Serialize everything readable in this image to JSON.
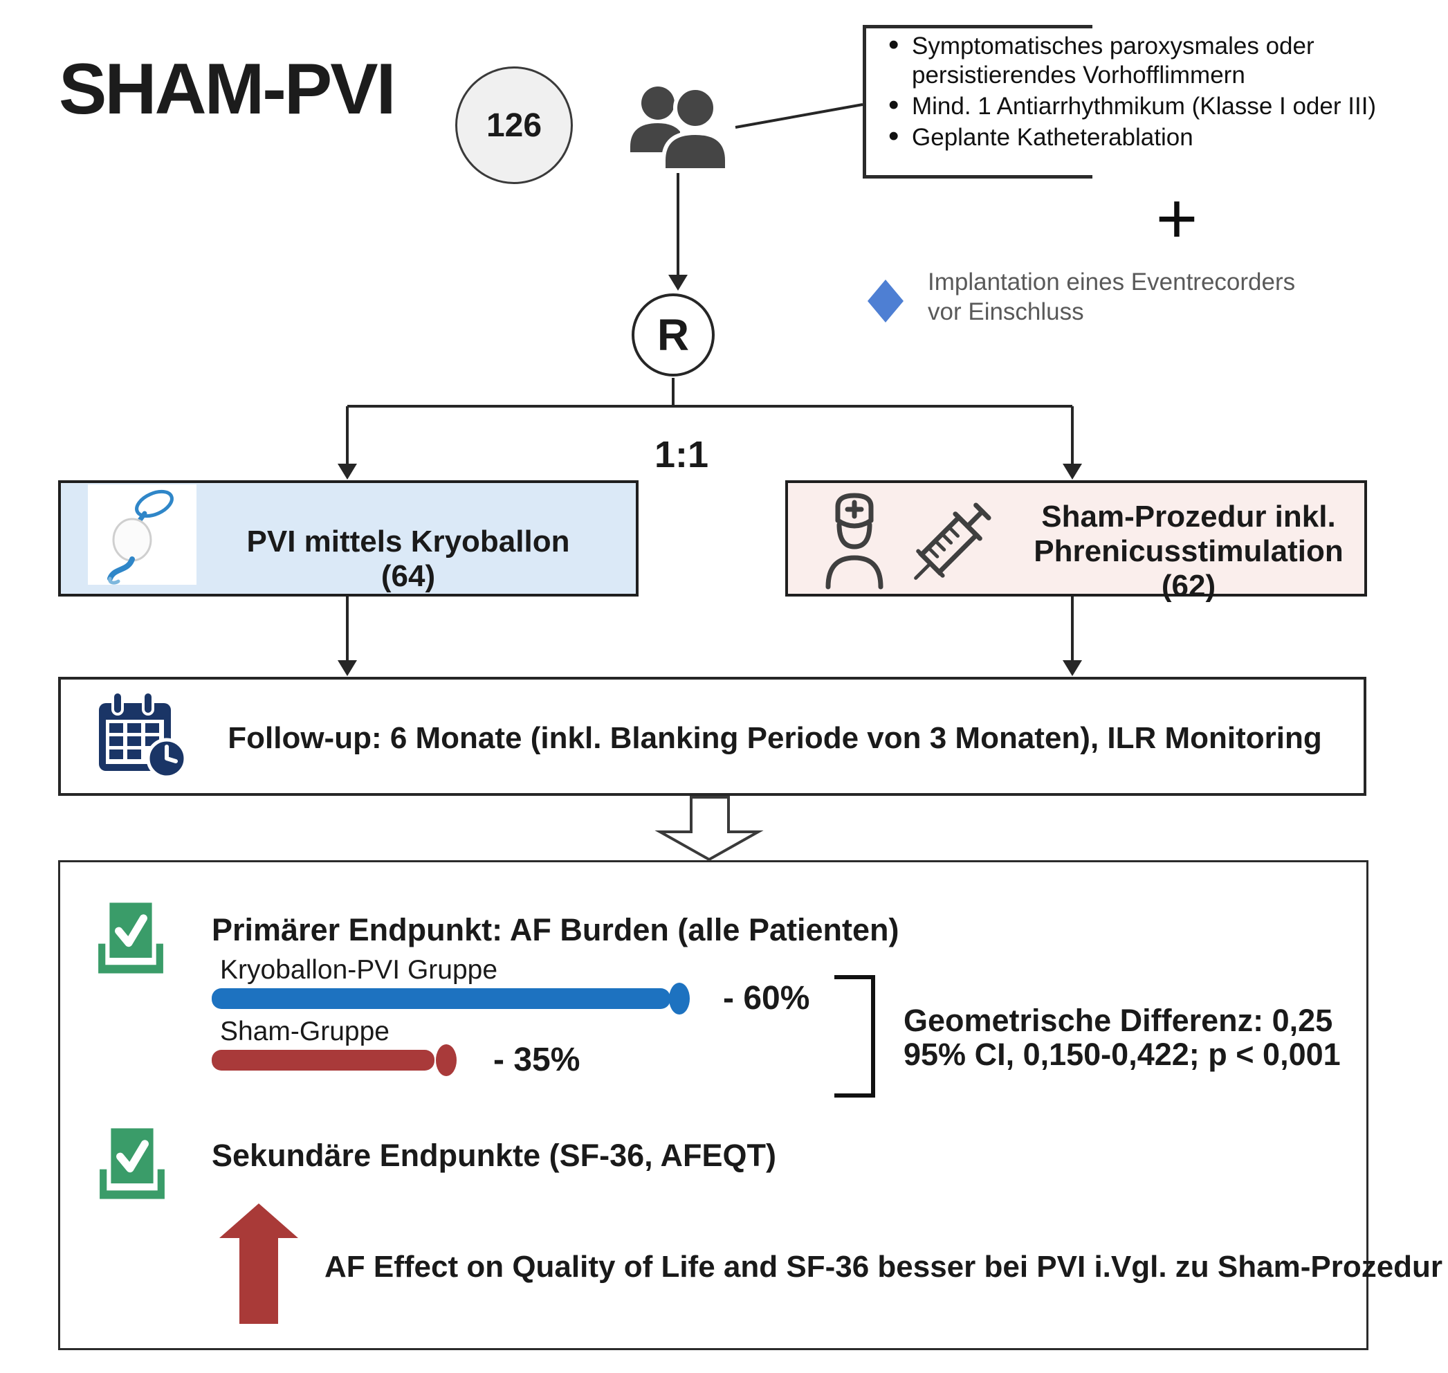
{
  "title": "SHAM-PVI",
  "enrollment": {
    "count": "126"
  },
  "criteria": {
    "items": [
      "Symptomatisches paroxysmales oder persistierendes Vorhofflimmern",
      "Mind. 1 Antiarrhythmikum (Klasse I oder III)",
      "Geplante Katheterablation"
    ]
  },
  "plus_sign": "+",
  "event_note": "Implantation eines Eventrecorders vor Einschluss",
  "randomization": {
    "symbol": "R",
    "ratio": "1:1"
  },
  "arms": {
    "pvi": {
      "label": "PVI mittels Kryoballon (64)"
    },
    "sham": {
      "line1": "Sham-Prozedur inkl.",
      "line2": "Phrenicusstimulation (62)"
    }
  },
  "followup": {
    "text": "Follow-up: 6 Monate (inkl. Blanking Periode von 3 Monaten), ILR Monitoring"
  },
  "primary": {
    "heading": "Primärer Endpunkt: AF Burden (alle Patienten)",
    "group1_label": "Kryoballon-PVI Gruppe",
    "group1_value": "- 60%",
    "group2_label": "Sham-Gruppe",
    "group2_value": "- 35%",
    "stat_line1": "Geometrische Differenz: 0,25",
    "stat_line2": "95% CI, 0,150-0,422; p < 0,001"
  },
  "secondary": {
    "heading": "Sekundäre Endpunkte (SF-36, AFEQT)",
    "result": "AF Effect on Quality of Life and SF-36 besser bei PVI i.Vgl. zu Sham-Prozedur"
  },
  "colors": {
    "blue_bar": "#1d72c0",
    "red_bar": "#a93a3a",
    "green_icon": "#3a9c69",
    "diamond_blue": "#4e7fd3",
    "navy_icon": "#1a3566",
    "arm_pvi_bg": "#dbe9f7",
    "arm_sham_bg": "#faeeec"
  },
  "chart_data": {
    "type": "bar",
    "title": "Primärer Endpunkt: AF Burden (alle Patienten)",
    "categories": [
      "Kryoballon-PVI Gruppe",
      "Sham-Gruppe"
    ],
    "values": [
      -60,
      -35
    ],
    "unit": "%",
    "legend_position": "none",
    "annotations": [
      "Geometrische Differenz: 0,25",
      "95% CI, 0,150-0,422; p < 0,001"
    ]
  }
}
